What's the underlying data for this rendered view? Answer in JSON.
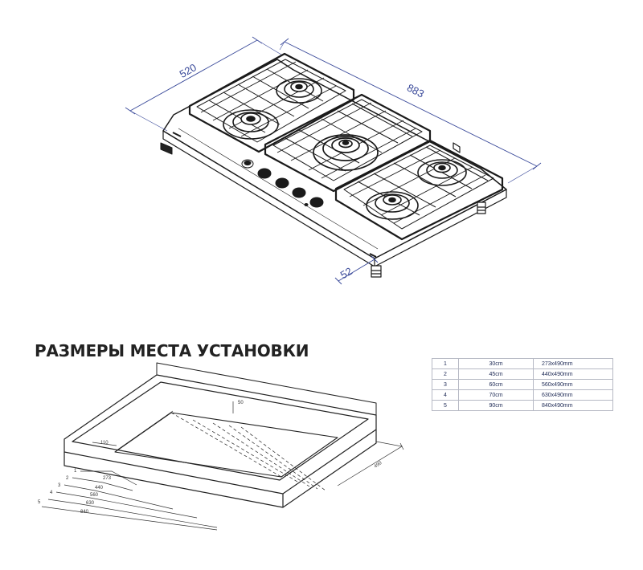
{
  "hob_drawing": {
    "dim_depth": "520",
    "dim_width": "883",
    "dim_height": "52"
  },
  "install_section": {
    "title": "РАЗМЕРЫ МЕСТА УСТАНОВКИ",
    "dims": {
      "d50": "50",
      "d110": "110",
      "d490": "490",
      "d273": "273",
      "d440": "440",
      "d560": "560",
      "d630": "630",
      "d840": "840"
    },
    "index_labels": [
      "1",
      "2",
      "3",
      "4",
      "5"
    ]
  },
  "size_table": {
    "rows": [
      {
        "index": "1",
        "size_cm": "30cm",
        "cutout": "273x490mm"
      },
      {
        "index": "2",
        "size_cm": "45cm",
        "cutout": "440x490mm"
      },
      {
        "index": "3",
        "size_cm": "60cm",
        "cutout": "560x490mm"
      },
      {
        "index": "4",
        "size_cm": "70cm",
        "cutout": "630x490mm"
      },
      {
        "index": "5",
        "size_cm": "90cm",
        "cutout": "840x490mm"
      }
    ]
  }
}
